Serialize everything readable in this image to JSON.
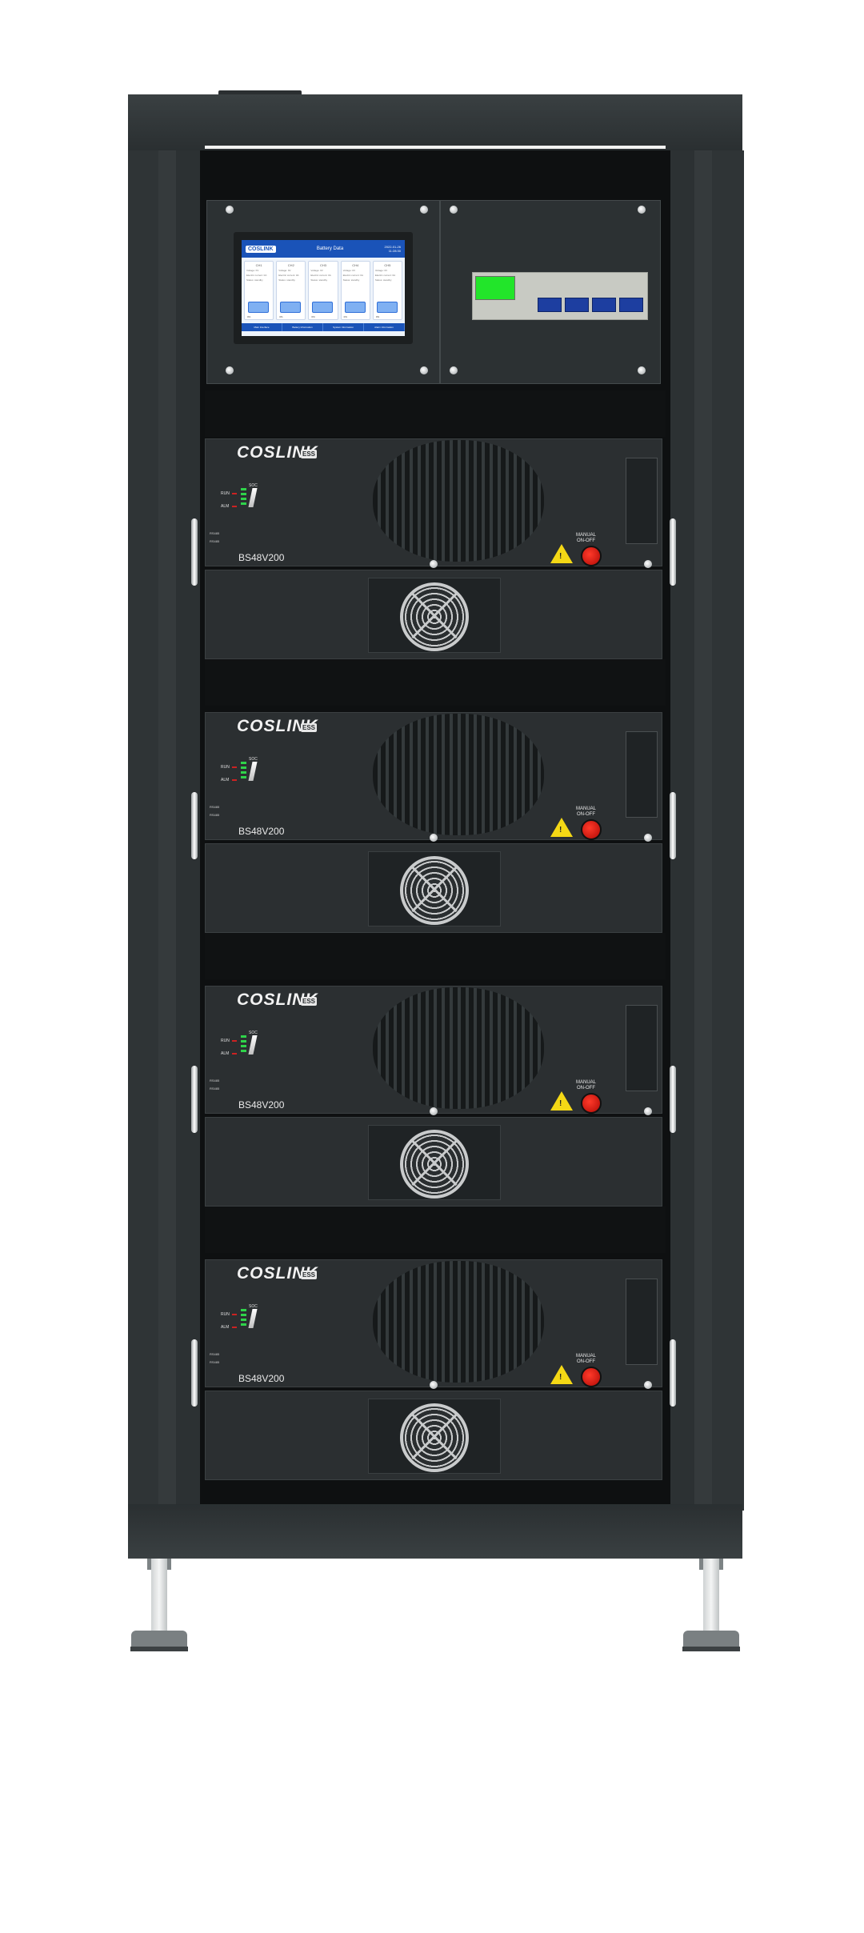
{
  "product": {
    "brand": "COSLINK",
    "brand_badge": "ESS"
  },
  "screen": {
    "logo": "COSLINK",
    "title": "Battery Data",
    "time_line1": "2022-01-26",
    "time_line2": "11:28:30",
    "cards": [
      {
        "name": "CH1",
        "line1": "Voltage: 0V",
        "line2": "Electric current: 0A",
        "line3": "Status: standby",
        "soc": "0%"
      },
      {
        "name": "CH2",
        "line1": "Voltage: 0V",
        "line2": "Electric current: 0A",
        "line3": "Status: standby",
        "soc": "0%"
      },
      {
        "name": "CH3",
        "line1": "Voltage: 0V",
        "line2": "Electric current: 0A",
        "line3": "Status: standby",
        "soc": "0%"
      },
      {
        "name": "CH4",
        "line1": "Voltage: 0V",
        "line2": "Electric current: 0A",
        "line3": "Status: standby",
        "soc": "0%"
      },
      {
        "name": "CH5",
        "line1": "Voltage: 0V",
        "line2": "Electric current: 0A",
        "line3": "Status: standby",
        "soc": "0%"
      }
    ],
    "tabs": [
      "Main Interface",
      "Battery Information",
      "System Information",
      "Alarm Information"
    ]
  },
  "module": {
    "model": "BS48V200",
    "run_label": "RUN",
    "alm_label": "ALM",
    "soc_label": "SOC",
    "manual_line1": "MANUAL",
    "manual_line2": "ON-OFF",
    "port1": "RS485",
    "port2": "RS485"
  },
  "colors": {
    "cabinet": "#2c3133",
    "breaker_display": "#22e52a",
    "breaker_switch": "#1d3ea0",
    "estop": "#d01a10",
    "warning": "#f4d815",
    "screen_header": "#1a53b8"
  },
  "modules_count": 4
}
